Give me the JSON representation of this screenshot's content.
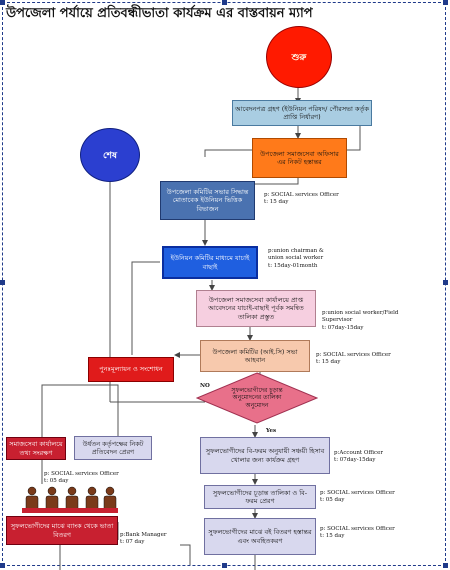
{
  "title": "উপজেলা পর্যায়ে প্রতিবন্ধীভাতা কার্যক্রম এর  বাস্তবায়ন ম্যাপ",
  "start": {
    "label": "শুরু"
  },
  "end": {
    "label": "শেষ"
  },
  "decision": {
    "label": "সুফলভোগীদের চূড়ান্ত অনুমোদনের তালিকা অনুমোদন",
    "no": "NO",
    "yes": "Yes"
  },
  "boxes": {
    "b1": "আবেদনপত্র গ্রহণ (ইউনিয়ন পরিষদ/ পৌরসভা কর্তৃক প্রাপ্তি নির্ধারণ)",
    "b2": "উপজেলা সমাজসেবা অফিসার এর নিকট হস্তান্তর",
    "b3": "উপজেলা কমিটির সভার সিদ্ধান্ত মোতাবেক ইউনিয়ন ভিত্তিক বিভাজন",
    "b4": "ইউনিয়ন কমিটির মাধ্যমে যাচাই বাছাই",
    "b5": "উপজেলা সমাজসেবা কার্যালয়ে প্রাপ্ত আবেদনের যাচাই-বাছাই পূর্বক সমন্বিত তালিকা প্রস্তুত",
    "b6": "উপজেলা কমিটির (আই.সি) সভা আহবান",
    "b7": "পুনঃমূল্যায়ন ও সংশোধন",
    "b8": "সুফলভোগীদের বি-ফরম অনুযায়ী সঞ্চয়ী হিসাব খোলার জন্য কার্যক্রম গ্রহণ",
    "b9": "সুফলভোগীদের চূড়ান্ত তালিকা ও বি-ফরম প্রেরণ",
    "b10": "সুফলভোগীদের মাঝে বই বিতরণ হস্তান্তর এবং অবহিতকরণ",
    "b11": "উর্ধতন কর্তৃপক্ষের নিকট প্রতিবেদন প্রেরণ",
    "b12": "সমাজসেবা কার্যালয়ে তথ্য সংরক্ষণ",
    "b13": "সুফলভোগীদের মাঝে ব্যাংক থেকে ভাতা বিতরণ"
  },
  "notes": {
    "n3": "p: SOCIAL services Officer\nt: 15 day",
    "n4": "p:union chairman &\nunion social worker\nt: 15day-01month",
    "n5": "p:union social worker/Field\nSupervisor\nt: 07day-15day",
    "n6": "p: SOCIAL services Officer\nt: 15 day",
    "n8": "p:Account Officer\nt: 07day-15day",
    "n9": "p: SOCIAL services Officer\nt: 05 day",
    "n10": "p: SOCIAL services Officer\nt: 15 day",
    "n12": "p: SOCIAL services Officer\nt: 05 day",
    "n13": "p:Bank Manager\nt: 07 day"
  },
  "colors": {
    "start": "#ff1a00",
    "end": "#2b3fd0",
    "light_blue": "#a9cde2",
    "orange": "#ff7a1a",
    "steel": "#4a72b0",
    "blue": "#1f5fe0",
    "pink": "#f6cfe0",
    "peach": "#f7c9ad",
    "red": "#e01b1b",
    "diamond": "#e8708a",
    "lavender": "#d8d8ee",
    "crimson": "#c82030"
  },
  "icons": [
    "people-icon"
  ]
}
